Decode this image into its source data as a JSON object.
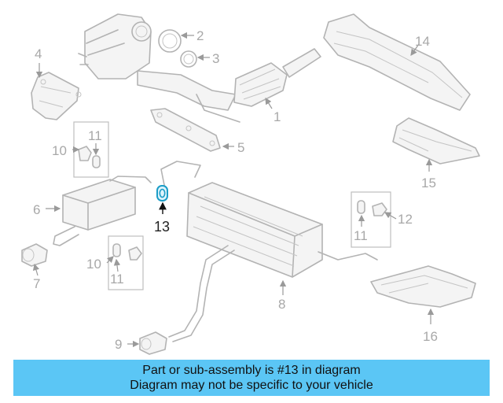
{
  "callouts": {
    "c1": "1",
    "c2": "2",
    "c3": "3",
    "c4": "4",
    "c5": "5",
    "c6": "6",
    "c7": "7",
    "c8": "8",
    "c9": "9",
    "c10a": "10",
    "c10b": "10",
    "c11a": "11",
    "c11b": "11",
    "c11c": "11",
    "c12": "12",
    "c13": "13",
    "c14": "14",
    "c15": "15",
    "c16": "16"
  },
  "highlight": {
    "part_number": "13",
    "color": "#1b9dc7"
  },
  "banner": {
    "line1": "Part or sub-assembly is #13 in diagram",
    "line2": "Diagram may not be specific to your vehicle",
    "background": "#5bc6f5"
  }
}
